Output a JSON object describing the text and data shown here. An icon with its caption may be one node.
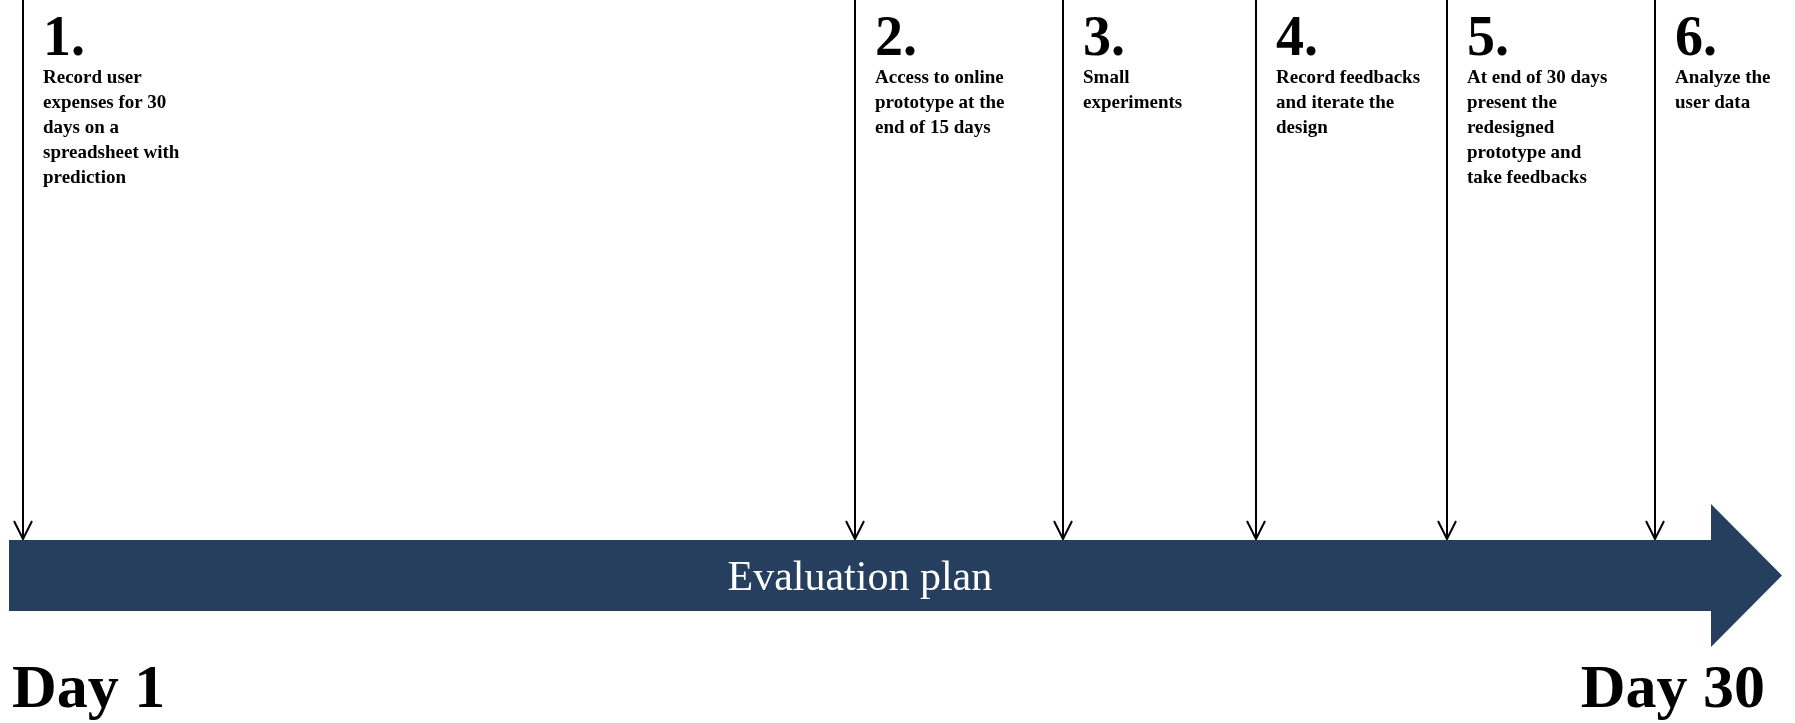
{
  "diagram": {
    "nodes": [
      {
        "text": [
          "Evaluation plan"
        ]
      },
      {
        "text": [
          "1.",
          "Record user expenses for 30 days on a spreadsheet with prediction"
        ]
      },
      {
        "text": [
          "2.",
          "Access to online prototype at the end of 15 days"
        ]
      },
      {
        "text": [
          "3.",
          "Small experiments"
        ]
      },
      {
        "text": [
          "4.",
          "Record feedbacks and iterate the design"
        ]
      },
      {
        "text": [
          "5.",
          "At end of 30 days present the redesigned prototype and take feedbacks"
        ]
      },
      {
        "text": [
          "6.",
          "Analyze the user data"
        ]
      }
    ],
    "edges": [
      {
        "from": 1,
        "to": 0,
        "arrow": "to"
      },
      {
        "from": 2,
        "to": 0,
        "arrow": "to"
      },
      {
        "from": 3,
        "to": 0,
        "arrow": "to"
      },
      {
        "from": 4,
        "to": 0,
        "arrow": "to"
      },
      {
        "from": 5,
        "to": 0,
        "arrow": "to"
      },
      {
        "from": 6,
        "to": 0,
        "arrow": "to"
      }
    ],
    "labels": [
      "Day 1",
      "Day 30"
    ]
  }
}
